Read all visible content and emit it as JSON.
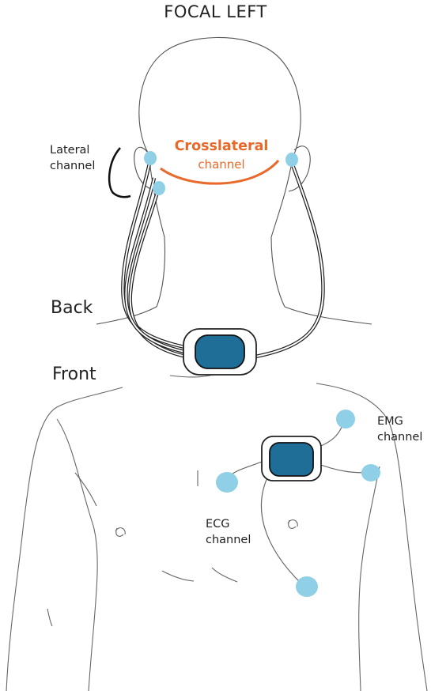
{
  "title": "FOCAL LEFT",
  "labels": {
    "lateral_line1": "Lateral",
    "lateral_line2": "channel",
    "crosslateral_line1": "Crosslateral",
    "crosslateral_line2": "channel",
    "back": "Back",
    "front": "Front",
    "emg_line1": "EMG",
    "emg_line2": "channel",
    "ecg_line1": "ECG",
    "ecg_line2": "channel"
  },
  "colors": {
    "electrode": "#8fd0e6",
    "device": "#1f6e98",
    "crosslateral": "#e8692a",
    "outline": "#555555"
  }
}
